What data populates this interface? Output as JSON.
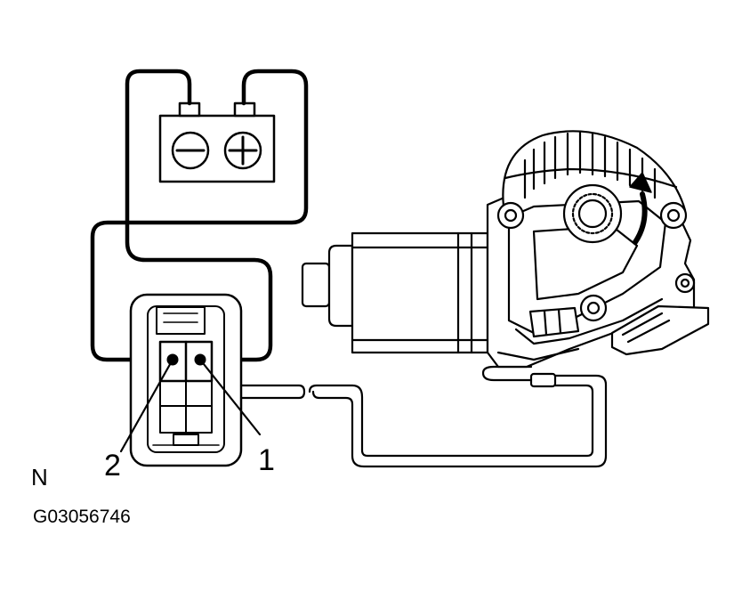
{
  "terminals": {
    "terminal_2": "2",
    "terminal_1": "1"
  },
  "corner_letter": "N",
  "figure_code": "G03056746",
  "battery": {
    "negative_symbol": "minus-icon",
    "positive_symbol": "plus-icon"
  },
  "rotation_indicator": "rotation-arrow-icon"
}
